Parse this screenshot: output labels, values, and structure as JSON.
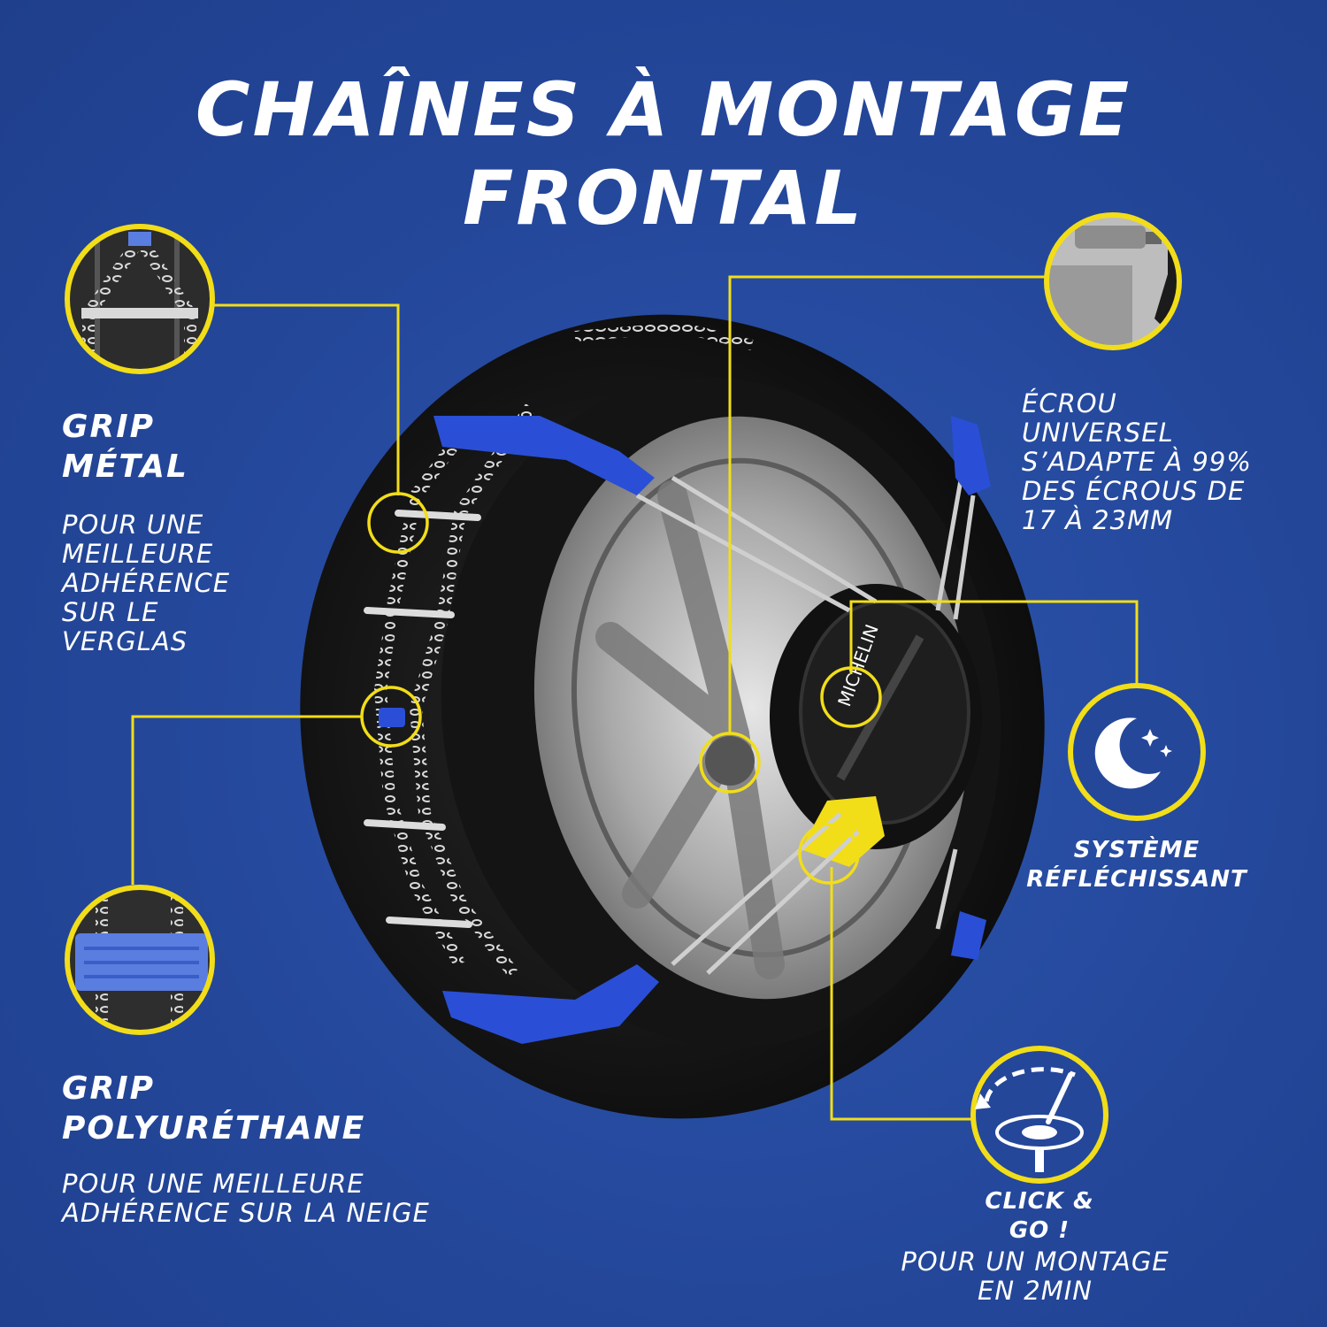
{
  "title": {
    "line1": "CHAÎNES À MONTAGE",
    "line2": "FRONTAL"
  },
  "features": {
    "grip_metal": {
      "head1": "GRIP",
      "head2": "MÉTAL",
      "desc": [
        "POUR UNE",
        "MEILLEURE",
        "ADHÉRENCE",
        "SUR LE",
        "VERGLAS"
      ]
    },
    "grip_poly": {
      "head1": "GRIP",
      "head2": "POLYURÉTHANE",
      "desc": [
        "POUR UNE MEILLEURE",
        "ADHÉRENCE SUR LA NEIGE"
      ]
    },
    "ecrou": {
      "desc": [
        "ÉCROU",
        "UNIVERSEL",
        "S’ADAPTE À 99%",
        "DES ÉCROUS DE",
        "17 À 23MM"
      ]
    },
    "reflective": {
      "head1": "SYSTÈME",
      "head2": "RÉFLÉCHISSANT"
    },
    "click": {
      "head1": "CLICK &",
      "head2": "GO !",
      "desc": [
        "POUR UN MONTAGE",
        "EN 2MIN"
      ]
    }
  },
  "colors": {
    "background": "#24479a",
    "accent": "#f2dd19",
    "chain_blue": "#2a4fd6"
  }
}
